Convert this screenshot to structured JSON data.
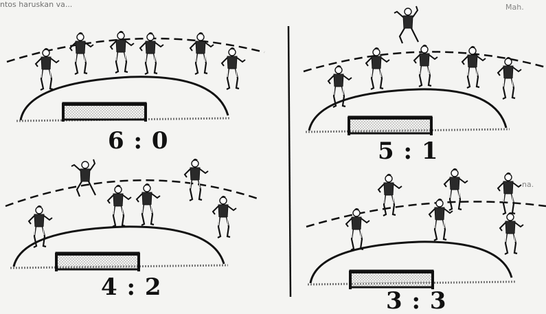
{
  "header": {
    "text": "ntos haruskan va..."
  },
  "side_fragments": [
    "Mah.",
    "na."
  ],
  "formations": [
    {
      "label": "6 : 0"
    },
    {
      "label": "5 : 1"
    },
    {
      "label": "4 : 2"
    },
    {
      "label": "3 : 3"
    }
  ],
  "colors": {
    "ink": "#111111",
    "background": "#f4f4f2",
    "goal_dots": "#b8b8b8"
  }
}
